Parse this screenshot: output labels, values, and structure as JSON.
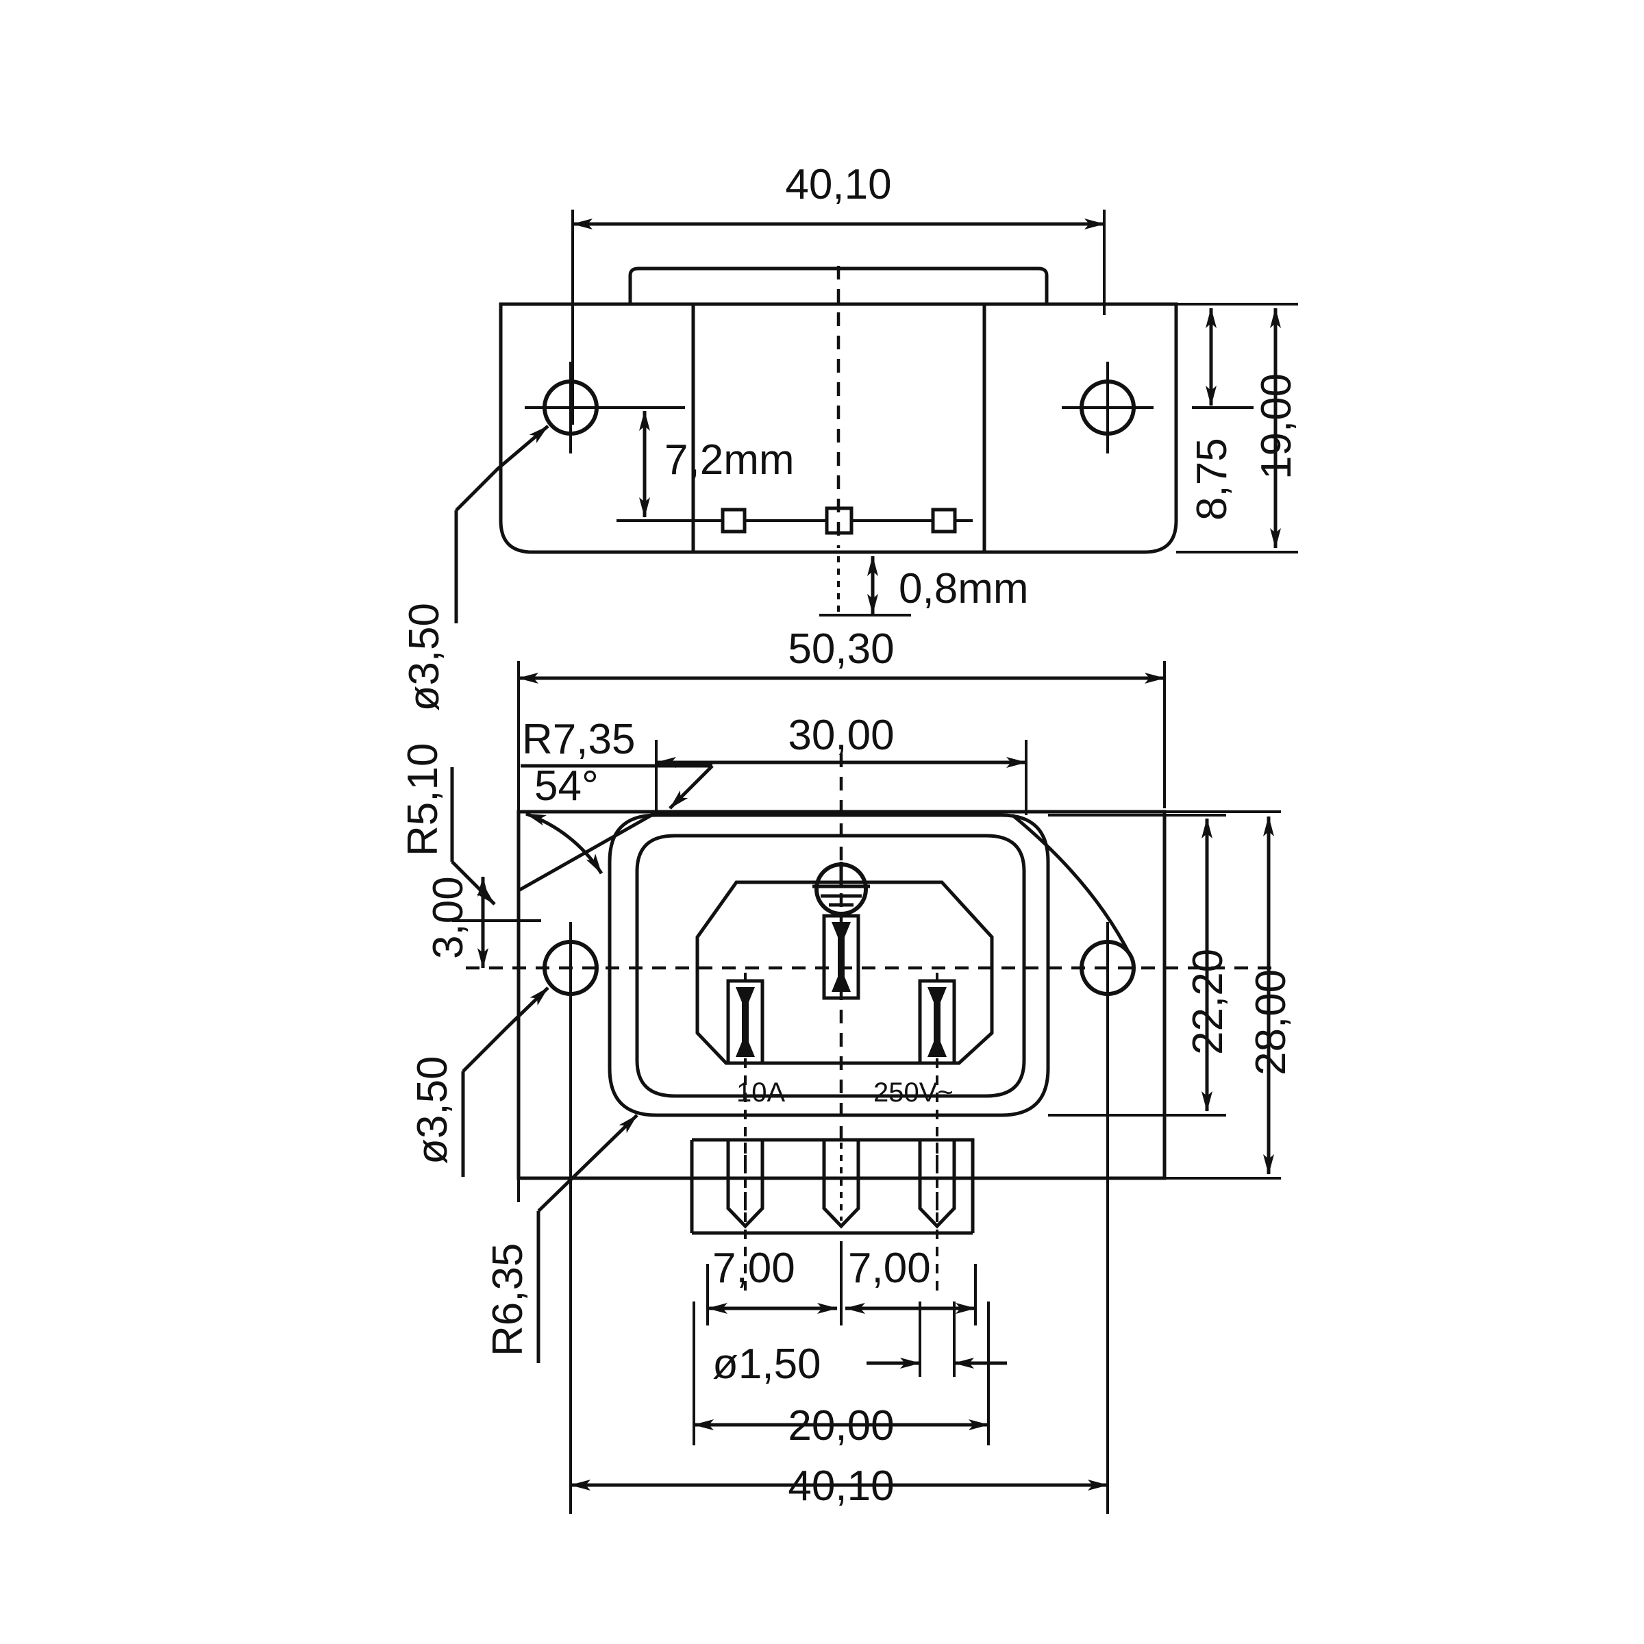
{
  "drawing": {
    "title": "IEC 60320 C14 panel-mount appliance inlet — dimensioned drawing",
    "units": "mm",
    "decimal_separator": "comma",
    "line_color": "#111111",
    "background_color": "#ffffff"
  },
  "views": [
    {
      "name": "side-view",
      "label": ""
    },
    {
      "name": "front-view",
      "label": ""
    }
  ],
  "markings": {
    "current_rating": "10A",
    "voltage_rating": "250V~",
    "earth_symbol": "earth-ground-icon"
  },
  "dimensions": {
    "side_view": {
      "overall_width": "40,10",
      "flange_height_partial": "8,75",
      "flange_height_total": "19,00",
      "pin_offset": "7,2mm",
      "tab_thickness": "0,8mm",
      "mounting_hole_dia": "ø3,50"
    },
    "front_view": {
      "flange_width": "50,30",
      "body_width": "30,00",
      "mount_hole_dia": "ø3,50",
      "corner_radius_large": "R7,35",
      "corner_radius_small": "R5,10",
      "corner_radius_body": "R6,35",
      "chamfer_angle": "54°",
      "edge_offset": "3,00",
      "body_height": "22,20",
      "flange_height": "28,00",
      "pin_pitch_left": "7,00",
      "pin_pitch_right": "7,00",
      "pin_dia": "ø1,50",
      "hole_spacing": "20,00",
      "mount_hole_spacing": "40,10"
    }
  },
  "labels": [
    {
      "id": "top-40-10",
      "text": "40,10",
      "view": "side-view"
    },
    {
      "id": "dia-3-50-top",
      "text": "ø3,50",
      "view": "side-view"
    },
    {
      "id": "pin-7-2mm",
      "text": "7,2mm",
      "view": "side-view"
    },
    {
      "id": "tab-0-8mm",
      "text": "0,8mm",
      "view": "side-view"
    },
    {
      "id": "h-8-75",
      "text": "8,75",
      "view": "side-view"
    },
    {
      "id": "h-19-00",
      "text": "19,00",
      "view": "side-view"
    },
    {
      "id": "w-50-30",
      "text": "50,30",
      "view": "front-view"
    },
    {
      "id": "r-7-35",
      "text": "R7,35",
      "view": "front-view"
    },
    {
      "id": "r-5-10",
      "text": "R5,10",
      "view": "front-view"
    },
    {
      "id": "angle-54",
      "text": "54°",
      "view": "front-view"
    },
    {
      "id": "w-30-00",
      "text": "30,00",
      "view": "front-view"
    },
    {
      "id": "e-3-00",
      "text": "3,00",
      "view": "front-view"
    },
    {
      "id": "dia-3-50-front",
      "text": "ø3,50",
      "view": "front-view"
    },
    {
      "id": "r-6-35",
      "text": "R6,35",
      "view": "front-view"
    },
    {
      "id": "h-22-20",
      "text": "22,20",
      "view": "front-view"
    },
    {
      "id": "h-28-00",
      "text": "28,00",
      "view": "front-view"
    },
    {
      "id": "p-7-00-left",
      "text": "7,00",
      "view": "front-view"
    },
    {
      "id": "p-7-00-right",
      "text": "7,00",
      "view": "front-view"
    },
    {
      "id": "dia-1-50",
      "text": "ø1,50",
      "view": "front-view"
    },
    {
      "id": "w-20-00",
      "text": "20,00",
      "view": "front-view"
    },
    {
      "id": "bottom-40-10",
      "text": "40,10",
      "view": "front-view"
    },
    {
      "id": "mark-10a",
      "text": "10A",
      "view": "front-view"
    },
    {
      "id": "mark-250v",
      "text": "250V~",
      "view": "front-view"
    }
  ]
}
